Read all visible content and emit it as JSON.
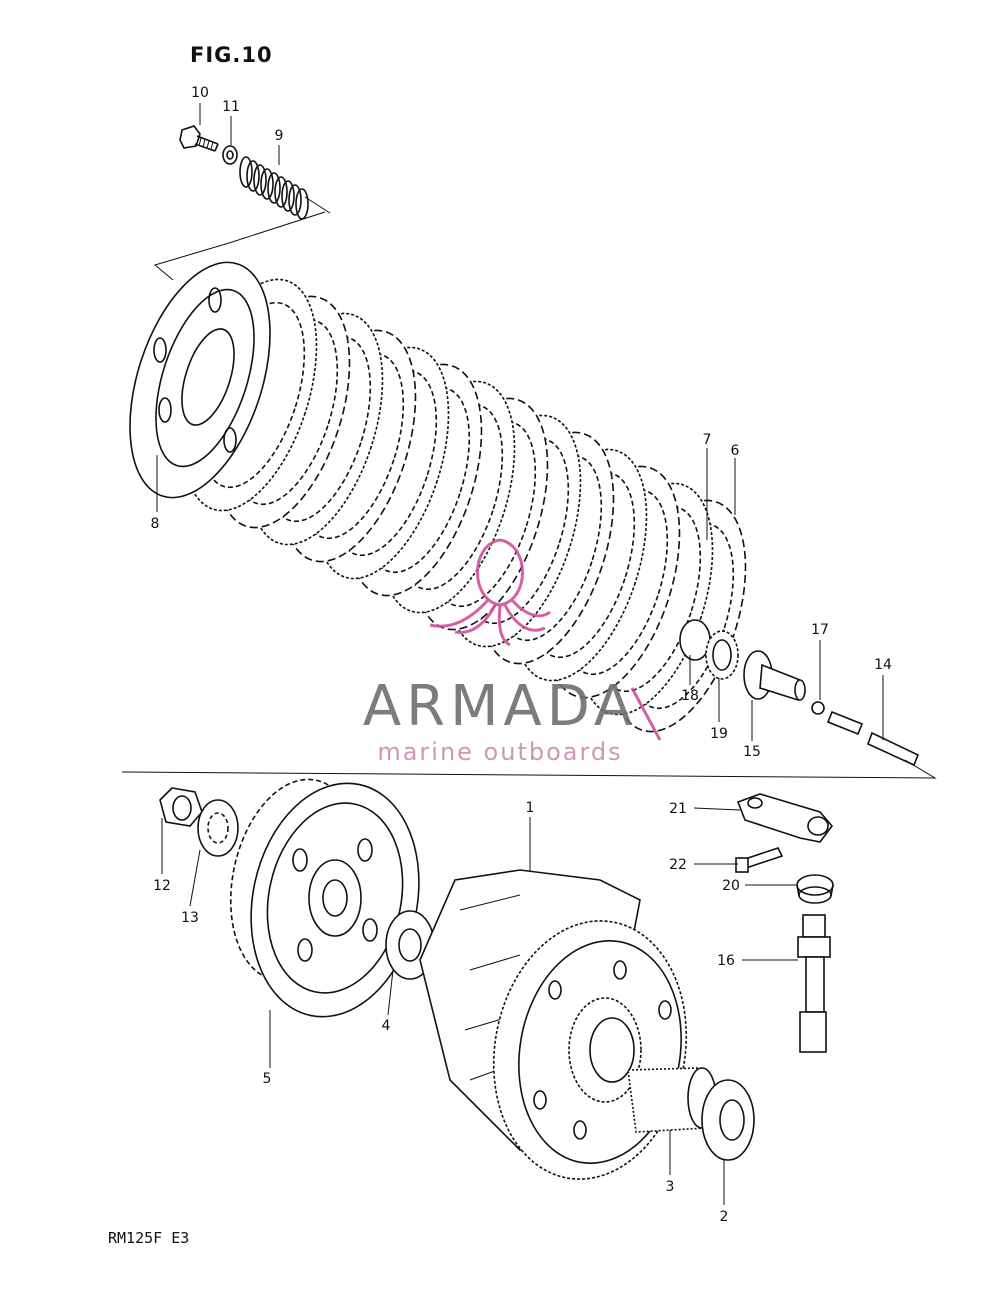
{
  "figure": {
    "title": "FIG.10",
    "model_code": "RM125F E3"
  },
  "watermark": {
    "brand": "ARMADA",
    "tagline": "marine outboards",
    "brand_color": "#6e6e6e",
    "accent_color": "#d24f9a"
  },
  "callouts": {
    "p1": "1",
    "p2": "2",
    "p3": "3",
    "p4": "4",
    "p5": "5",
    "p6": "6",
    "p7": "7",
    "p8": "8",
    "p9": "9",
    "p10": "10",
    "p11": "11",
    "p12": "12",
    "p13": "13",
    "p14": "14",
    "p15": "15",
    "p16": "16",
    "p17": "17",
    "p18": "18",
    "p19": "19",
    "p20": "20",
    "p21": "21",
    "p22": "22"
  }
}
